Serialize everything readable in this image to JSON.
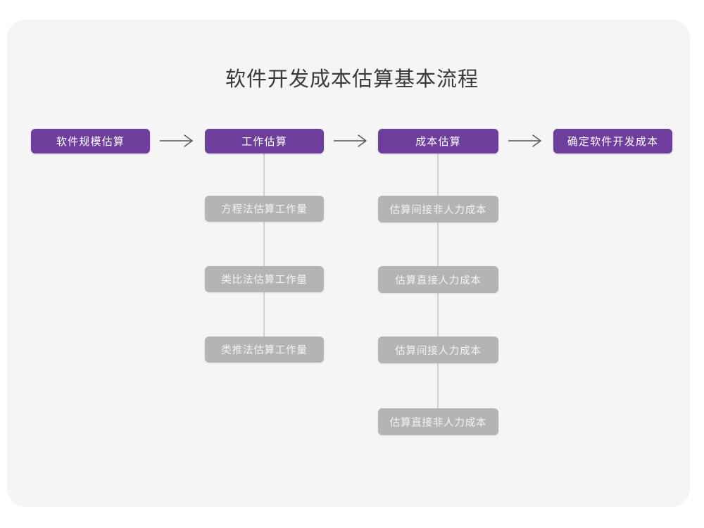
{
  "page": {
    "title": "软件开发成本估算基本流程",
    "background_color": "#ffffff",
    "card_color": "#f5f5f6",
    "primary_color": "#6e3e9c",
    "secondary_color": "#b4b4b4",
    "connector_color": "#d2d2d2",
    "title_color": "#3a3a3a"
  },
  "flow": {
    "main_steps": [
      {
        "label": "软件规模估算"
      },
      {
        "label": "工作估算"
      },
      {
        "label": "成本估算"
      },
      {
        "label": "确定软件开发成本"
      }
    ],
    "arrows": [
      {
        "glyph": "→",
        "name": "arrow-step-1-to-2"
      },
      {
        "glyph": "→",
        "name": "arrow-step-2-to-3"
      },
      {
        "glyph": "→",
        "name": "arrow-step-3-to-4"
      }
    ],
    "branches": [
      {
        "parent": "工作估算",
        "items": [
          {
            "label": "方程法估算工作量"
          },
          {
            "label": "类比法估算工作量"
          },
          {
            "label": "类推法估算工作量"
          }
        ]
      },
      {
        "parent": "成本估算",
        "items": [
          {
            "label": "估算间接非人力成本"
          },
          {
            "label": "估算直接人力成本"
          },
          {
            "label": "估算间接人力成本"
          },
          {
            "label": "估算直接非人力成本"
          }
        ]
      }
    ]
  }
}
